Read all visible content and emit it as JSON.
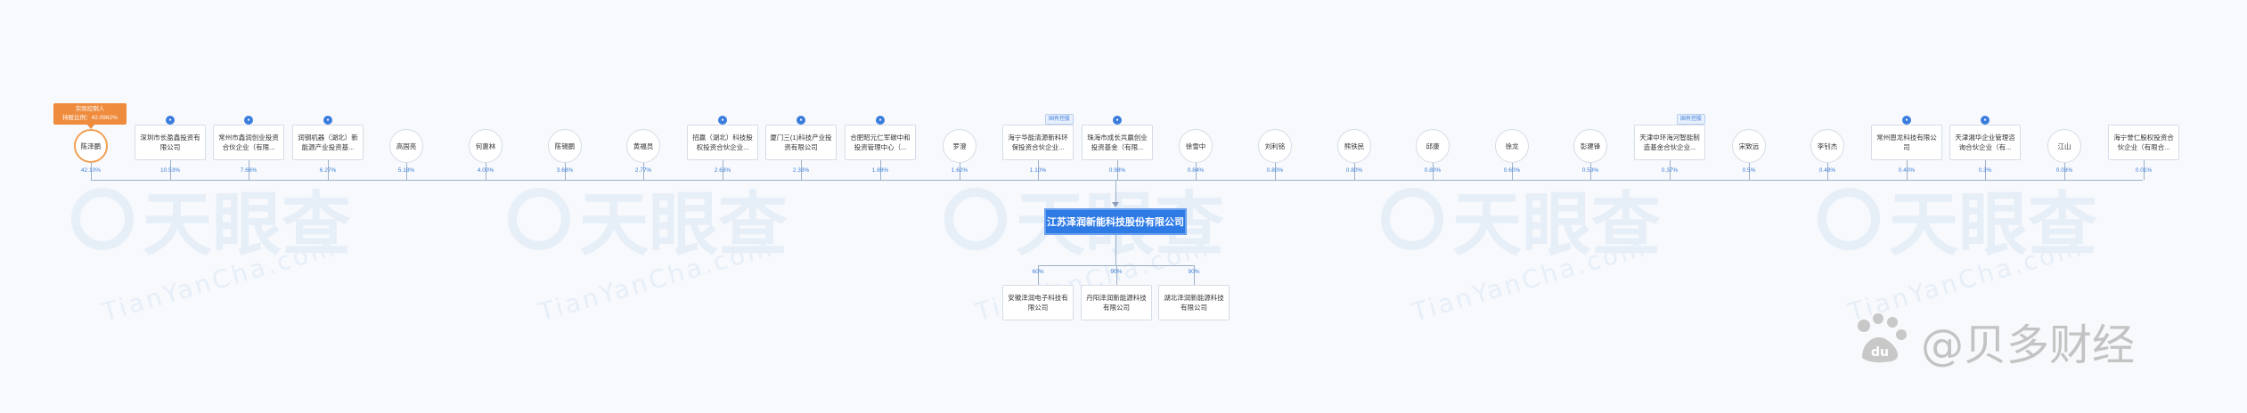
{
  "controller_label": [
    "实际控制人",
    "持股比例：42.0982%"
  ],
  "center_company": "江苏泽润新能科技股份有限公司",
  "shareholders": [
    {
      "name": "陈泽鹏",
      "shape": "circle",
      "highlight": true,
      "pct": "42.10%",
      "badge": false
    },
    {
      "name": "深圳市长盈鑫投资有限公司",
      "shape": "rect",
      "pct": "10.53%",
      "badge": true
    },
    {
      "name": "常州市鑫润创业投资合伙企业（有限...",
      "shape": "rect",
      "pct": "7.66%",
      "badge": true
    },
    {
      "name": "润钢机器（湖北）新能源产业投资基...",
      "shape": "rect",
      "pct": "6.27%",
      "badge": true
    },
    {
      "name": "高国亮",
      "shape": "circle",
      "pct": "5.18%"
    },
    {
      "name": "何惠林",
      "shape": "circle",
      "pct": "4.00%"
    },
    {
      "name": "陈锡鹏",
      "shape": "circle",
      "pct": "3.68%"
    },
    {
      "name": "黄福员",
      "shape": "circle",
      "pct": "2.77%"
    },
    {
      "name": "招赢（湖北）科技股权投资合伙企业...",
      "shape": "rect",
      "pct": "2.63%",
      "badge": true
    },
    {
      "name": "厦门三(1)科技产业投资有限公司",
      "shape": "rect",
      "pct": "2.33%",
      "badge": true
    },
    {
      "name": "合肥昭元仁军碳中和投资管理中心（...",
      "shape": "rect",
      "pct": "1.88%",
      "badge": true
    },
    {
      "name": "罗澄",
      "shape": "circle",
      "pct": "1.62%"
    },
    {
      "name": "海宁华能清源新科环保投资合伙企业...",
      "shape": "rect",
      "pct": "1.10%",
      "badge": false,
      "tag": "国有控股"
    },
    {
      "name": "珠海市成长共赢创业投资基金（有限...",
      "shape": "rect",
      "pct": "0.98%",
      "badge": true
    },
    {
      "name": "徐雪中",
      "shape": "circle",
      "pct": "0.84%"
    },
    {
      "name": "刘利铭",
      "shape": "circle",
      "pct": "0.80%"
    },
    {
      "name": "熊铁民",
      "shape": "circle",
      "pct": "0.80%"
    },
    {
      "name": "邱康",
      "shape": "circle",
      "pct": "0.80%"
    },
    {
      "name": "徐龙",
      "shape": "circle",
      "pct": "0.60%"
    },
    {
      "name": "彭建锋",
      "shape": "circle",
      "pct": "0.53%"
    },
    {
      "name": "天津中环海河智能制造基金合伙企业...",
      "shape": "rect",
      "pct": "0.37%",
      "badge": false,
      "tag": "国有控股"
    },
    {
      "name": "宋致远",
      "shape": "circle",
      "pct": "0.5%"
    },
    {
      "name": "李钊杰",
      "shape": "circle",
      "pct": "0.48%"
    },
    {
      "name": "常州恩龙科技有限公司",
      "shape": "rect",
      "pct": "0.40%",
      "badge": true
    },
    {
      "name": "天津湘华企业管理咨询合伙企业（有...",
      "shape": "rect",
      "pct": "0.3%",
      "badge": true
    },
    {
      "name": "江山",
      "shape": "circle",
      "pct": "0.03%"
    },
    {
      "name": "海宁誉仁股权投资合伙企业（有限合...",
      "shape": "rect",
      "pct": "0.01%",
      "badge": false
    }
  ],
  "subsidiaries": [
    {
      "name": "安徽泽润电子科技有限公司",
      "pct": "60%"
    },
    {
      "name": "丹阳泽润新能源科技有限公司",
      "pct": "90%"
    },
    {
      "name": "湖北泽润新能源科技有限公司",
      "pct": "90%"
    }
  ],
  "watermark": {
    "text": "天眼查",
    "url": "TianYanCha.com"
  },
  "brand_watermark": "@贝多财经"
}
